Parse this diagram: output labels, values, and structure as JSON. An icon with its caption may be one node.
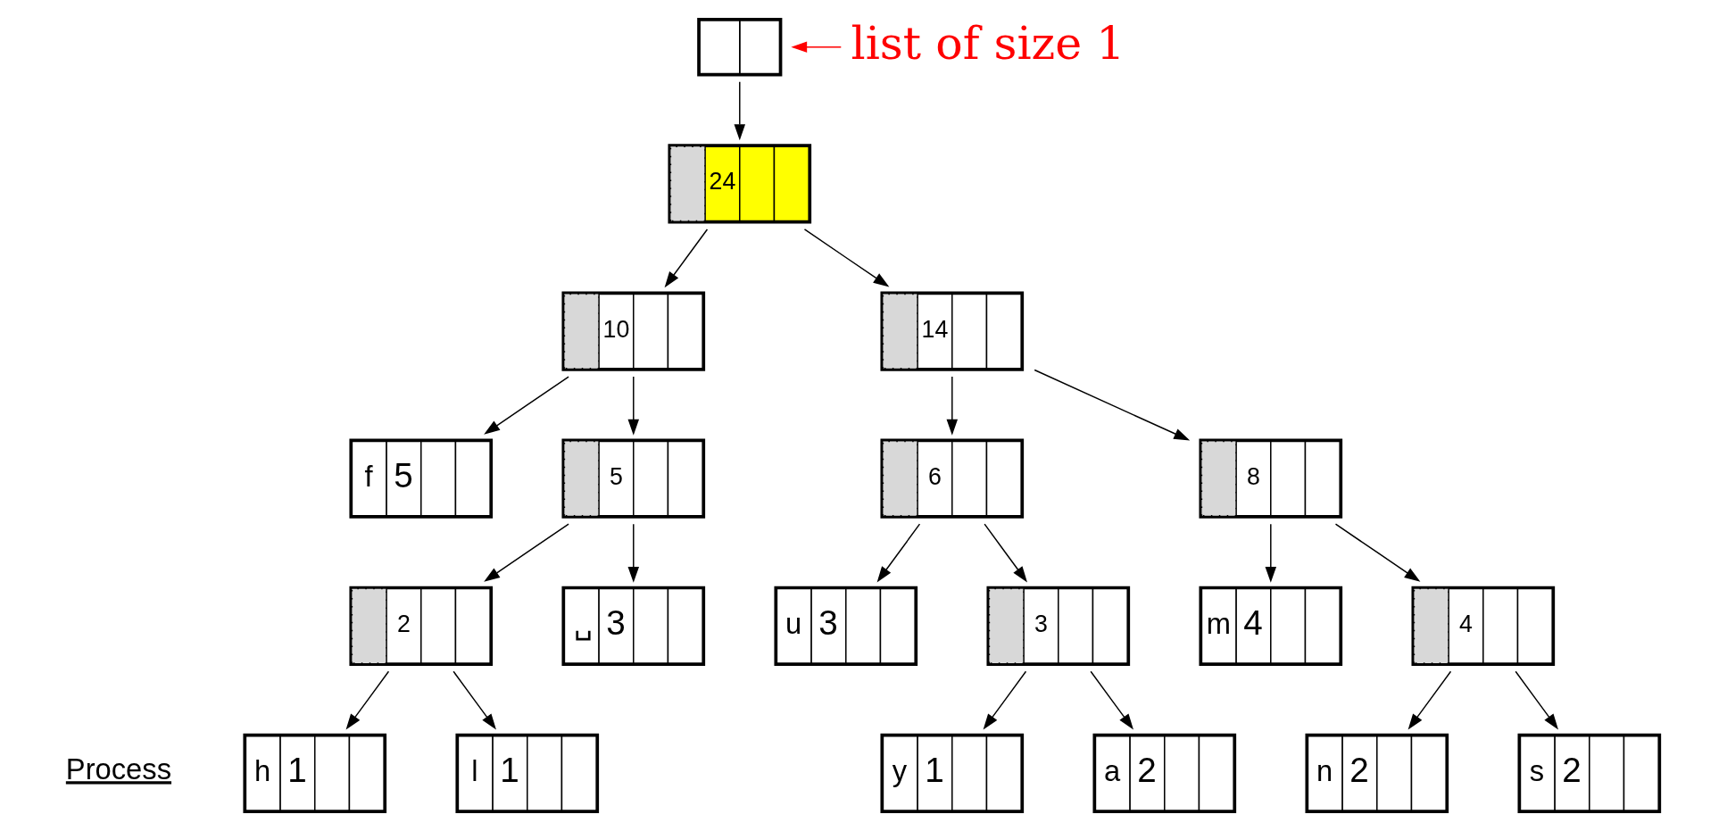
{
  "diagram": {
    "nodes": [
      {
        "text": [],
        "shape": "box"
      },
      {
        "text": [
          "list of size 1"
        ]
      },
      {
        "text": [
          "24"
        ]
      },
      {
        "text": [
          "10"
        ]
      },
      {
        "text": [
          "14"
        ]
      },
      {
        "text": [
          "f",
          "5"
        ]
      },
      {
        "text": [
          "5"
        ]
      },
      {
        "text": [
          "6"
        ]
      },
      {
        "text": [
          "8"
        ]
      },
      {
        "text": [
          "2"
        ]
      },
      {
        "text": [
          "␣",
          "3"
        ]
      },
      {
        "text": [
          "u",
          "3"
        ]
      },
      {
        "text": [
          "3"
        ]
      },
      {
        "text": [
          "m",
          "4"
        ]
      },
      {
        "text": [
          "4"
        ]
      },
      {
        "text": [
          "h",
          "1"
        ]
      },
      {
        "text": [
          "l",
          "1"
        ]
      },
      {
        "text": [
          "y",
          "1"
        ]
      },
      {
        "text": [
          "a",
          "2"
        ]
      },
      {
        "text": [
          "n",
          "2"
        ]
      },
      {
        "text": [
          "s",
          "2"
        ]
      }
    ],
    "edges": [
      {
        "from": 1,
        "to": 0,
        "arrow": "to",
        "color": "#ff0000"
      },
      {
        "from": 0,
        "to": 2,
        "arrow": "to"
      },
      {
        "from": 2,
        "to": 3,
        "arrow": "to"
      },
      {
        "from": 2,
        "to": 4,
        "arrow": "to"
      },
      {
        "from": 3,
        "to": 5,
        "arrow": "to"
      },
      {
        "from": 3,
        "to": 6,
        "arrow": "to"
      },
      {
        "from": 4,
        "to": 7,
        "arrow": "to"
      },
      {
        "from": 4,
        "to": 8,
        "arrow": "to"
      },
      {
        "from": 6,
        "to": 9,
        "arrow": "to"
      },
      {
        "from": 6,
        "to": 10,
        "arrow": "to"
      },
      {
        "from": 7,
        "to": 11,
        "arrow": "to"
      },
      {
        "from": 7,
        "to": 12,
        "arrow": "to"
      },
      {
        "from": 8,
        "to": 13,
        "arrow": "to"
      },
      {
        "from": 8,
        "to": 14,
        "arrow": "to"
      },
      {
        "from": 9,
        "to": 15,
        "arrow": "to"
      },
      {
        "from": 9,
        "to": 16,
        "arrow": "to"
      },
      {
        "from": 12,
        "to": 17,
        "arrow": "to"
      },
      {
        "from": 12,
        "to": 18,
        "arrow": "to"
      },
      {
        "from": 14,
        "to": 19,
        "arrow": "to"
      },
      {
        "from": 14,
        "to": 20,
        "arrow": "to"
      }
    ],
    "labels": [
      "Process"
    ]
  }
}
